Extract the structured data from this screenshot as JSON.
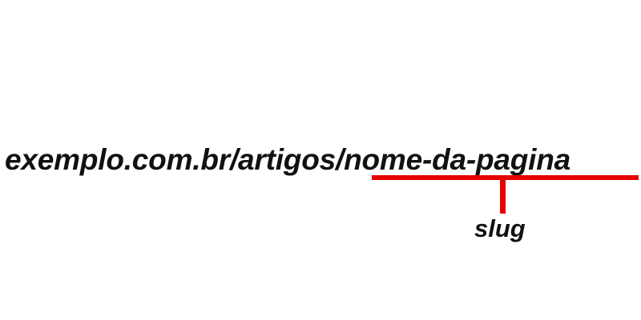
{
  "url": {
    "base": "exemplo.com.br/artigos/",
    "slug": "nome-da-pagina"
  },
  "annotation": {
    "label": "slug"
  },
  "colors": {
    "text": "#111111",
    "highlight": "#e60000",
    "background": "#ffffff"
  }
}
